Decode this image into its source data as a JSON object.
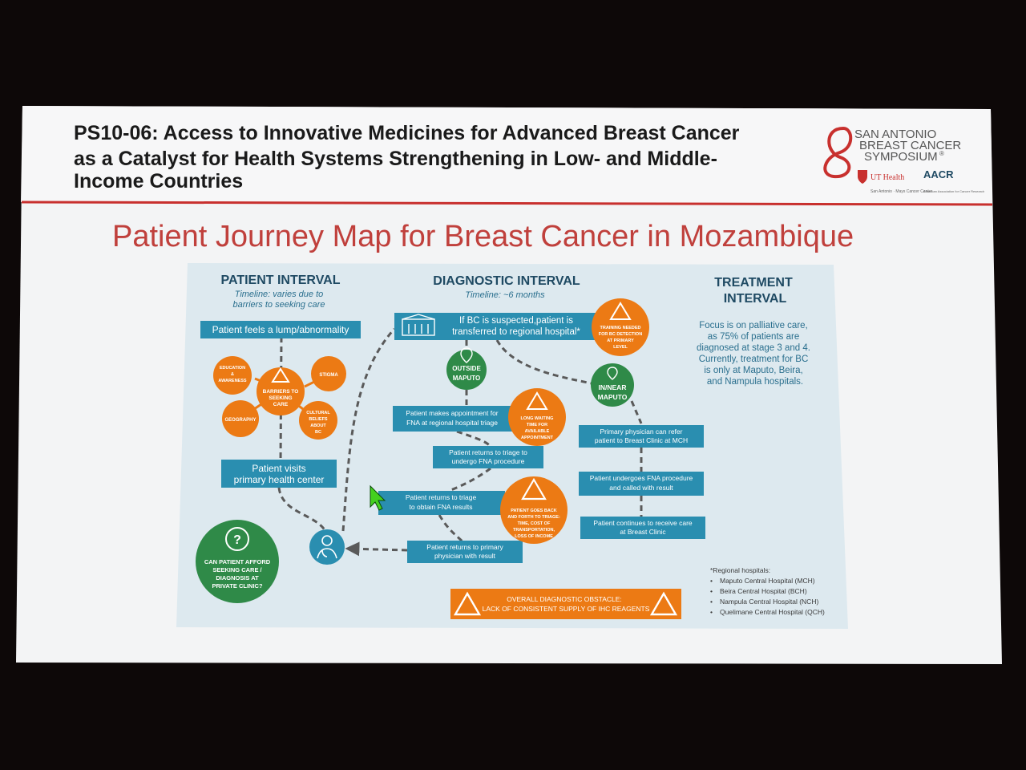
{
  "header": {
    "title_lines": [
      "PS10-06: Access to Innovative Medicines for Advanced Breast Cancer",
      "as a Catalyst for Health Systems Strengthening in Low- and Middle-",
      "Income Countries"
    ],
    "logo_lines": [
      "SAN ANTONIO",
      "BREAST CANCER",
      "SYMPOSIUM"
    ],
    "logo_registered": "®",
    "logo_org_1": "UT Health",
    "logo_org_1_sub": "San Antonio · Mays Cancer Center",
    "logo_org_2": "AACR",
    "logo_org_2_sub": "American Association for Cancer Research"
  },
  "slide_title": "Patient Journey Map for Breast Cancer in Mozambique",
  "columns": {
    "patient": {
      "heading": "PATIENT INTERVAL",
      "timeline": [
        "Timeline: varies due to",
        "barriers to seeking care"
      ]
    },
    "diagnostic": {
      "heading": "DIAGNOSTIC INTERVAL",
      "timeline": "Timeline: ~6 months"
    },
    "treatment": {
      "heading": [
        "TREATMENT",
        "INTERVAL"
      ],
      "text": [
        "Focus is on palliative care,",
        "as 75% of patients are",
        "diagnosed at stage 3 and 4.",
        "Currently, treatment for BC",
        "is only at Maputo, Beira,",
        "and Nampula hospitals."
      ]
    }
  },
  "boxes": {
    "lump": "Patient feels a lump/abnormality",
    "visits": [
      "Patient visits",
      "primary health center"
    ],
    "suspected": [
      "If BC is suspected,patient is",
      "transferred to regional hospital*"
    ],
    "appointment": [
      "Patient makes appointment for",
      "FNA at regional hospital triage"
    ],
    "returns_fna": [
      "Patient returns to triage to",
      "undergo FNA procedure"
    ],
    "returns_results": [
      "Patient returns to triage",
      "to obtain FNA results"
    ],
    "returns_physician": [
      "Patient returns to primary",
      "physician with result"
    ],
    "refer": [
      "Primary physician can refer",
      "patient to Breast Clinic at MCH"
    ],
    "undergoes": [
      "Patient undergoes FNA procedure",
      "and called with result"
    ],
    "continues": [
      "Patient continues to receive care",
      "at Breast Clinic"
    ]
  },
  "barriers": {
    "center": [
      "BARRIERS TO",
      "SEEKING",
      "CARE"
    ],
    "education": [
      "EDUCATION",
      "&",
      "AWARENESS"
    ],
    "stigma": "STIGMA",
    "geography": "GEOGRAPHY",
    "cultural": [
      "CULTURAL",
      "BELIEFS",
      "ABOUT",
      "BC"
    ]
  },
  "locations": {
    "outside": [
      "OUTSIDE",
      "MAPUTO"
    ],
    "near": [
      "IN/NEAR",
      "MAPUTO"
    ]
  },
  "warnings": {
    "training": [
      "TRAINING NEEDED",
      "FOR BC DETECTION",
      "AT PRIMARY",
      "LEVEL"
    ],
    "waiting": [
      "LONG WAITING",
      "TIME FOR",
      "AVAILABLE",
      "APPOINTMENT"
    ],
    "back_forth": [
      "PATIENT GOES BACK",
      "AND FORTH TO TRIAGE:",
      "TIME, COST OF",
      "TRANSPORTATION,",
      "LOSS OF INCOME"
    ]
  },
  "afford": [
    "CAN PATIENT AFFORD",
    "SEEKING CARE /",
    "DIAGNOSIS AT",
    "PRIVATE CLINIC?"
  ],
  "obstacle": [
    "OVERALL DIAGNOSTIC OBSTACLE:",
    "LACK OF CONSISTENT SUPPLY OF IHC REAGENTS"
  ],
  "footnote": {
    "heading": "*Regional hospitals:",
    "items": [
      "Maputo Central Hospital (MCH)",
      "Beira Central Hospital (BCH)",
      "Nampula Central Hospital (NCH)",
      "Quelimane Central Hospital (QCH)"
    ]
  },
  "colors": {
    "teal": "#2a8eb0",
    "orange": "#ec7a14",
    "green": "#2f8a48",
    "navy": "#1f4a63",
    "brand_red": "#c8302e",
    "panel": "#dde9ef"
  }
}
